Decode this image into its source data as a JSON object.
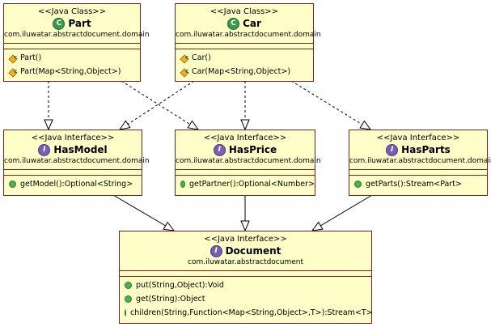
{
  "classes": {
    "part": {
      "stereotype": "<<Java Class>>",
      "name": "Part",
      "package": "com.iluwatar.abstractdocument.domain",
      "icon": "class-icon",
      "ops": [
        "Part()",
        "Part(Map<String,Object>)"
      ]
    },
    "car": {
      "stereotype": "<<Java Class>>",
      "name": "Car",
      "package": "com.iluwatar.abstractdocument.domain",
      "icon": "class-icon",
      "ops": [
        "Car()",
        "Car(Map<String,Object>)"
      ]
    },
    "hasmodel": {
      "stereotype": "<<Java Interface>>",
      "name": "HasModel",
      "package": "com.iluwatar.abstractdocument.domain",
      "icon": "interface-icon",
      "ops": [
        "getModel():Optional<String>"
      ]
    },
    "hasprice": {
      "stereotype": "<<Java Interface>>",
      "name": "HasPrice",
      "package": "com.iluwatar.abstractdocument.domain",
      "icon": "interface-icon",
      "ops": [
        "getPartner():Optional<Number>"
      ]
    },
    "hasparts": {
      "stereotype": "<<Java Interface>>",
      "name": "HasParts",
      "package": "com.iluwatar.abstractdocument.domain",
      "icon": "interface-icon",
      "ops": [
        "getParts():Stream<Part>"
      ]
    },
    "document": {
      "stereotype": "<<Java Interface>>",
      "name": "Document",
      "package": "com.iluwatar.abstractdocument",
      "icon": "interface-icon",
      "ops": [
        "put(String,Object):Void",
        "get(String):Object",
        "children(String,Function<Map<String,Object>,T>):Stream<T>"
      ]
    }
  },
  "glyphs": {
    "class": "C",
    "interface": "I",
    "ctor_mark": "c"
  },
  "colors": {
    "box_fill": "#fefec8",
    "box_border": "#7b1f1f",
    "arrow": "#000000"
  }
}
